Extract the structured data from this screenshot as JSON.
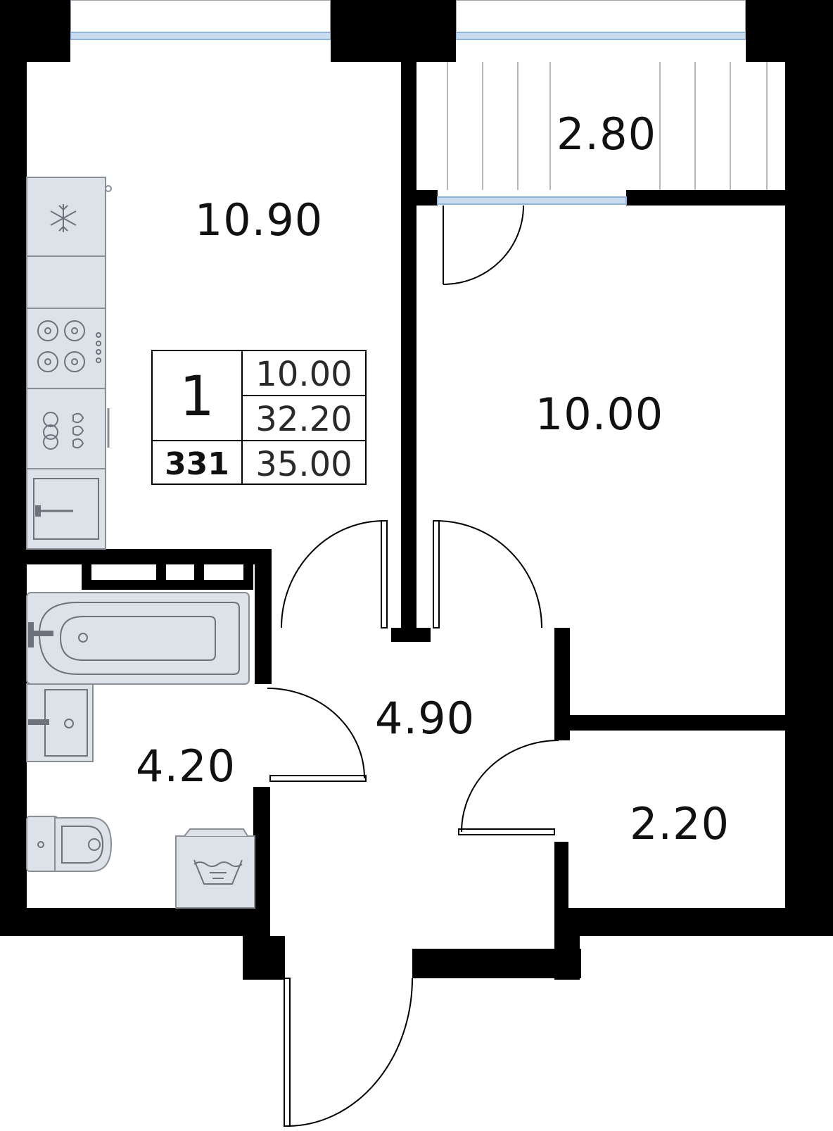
{
  "plan": {
    "rooms": [
      {
        "id": "kitchen-living",
        "area": "10.90"
      },
      {
        "id": "balcony",
        "area": "2.80"
      },
      {
        "id": "bedroom",
        "area": "10.00"
      },
      {
        "id": "hallway",
        "area": "4.90"
      },
      {
        "id": "bathroom",
        "area": "4.20"
      },
      {
        "id": "storage",
        "area": "2.20"
      }
    ],
    "info_box": {
      "rooms_count": "1",
      "apartment_number": "331",
      "living_area": "10.00",
      "area_without_balcony": "32.20",
      "total_area": "35.00"
    }
  },
  "colors": {
    "wall": "#000000",
    "fixture_fill": "#dde1e8",
    "window_glass": "#c9dcf0"
  },
  "icons": [
    "snowflake-icon",
    "stove-burner-icon",
    "faucet-icon",
    "washing-machine-icon"
  ]
}
